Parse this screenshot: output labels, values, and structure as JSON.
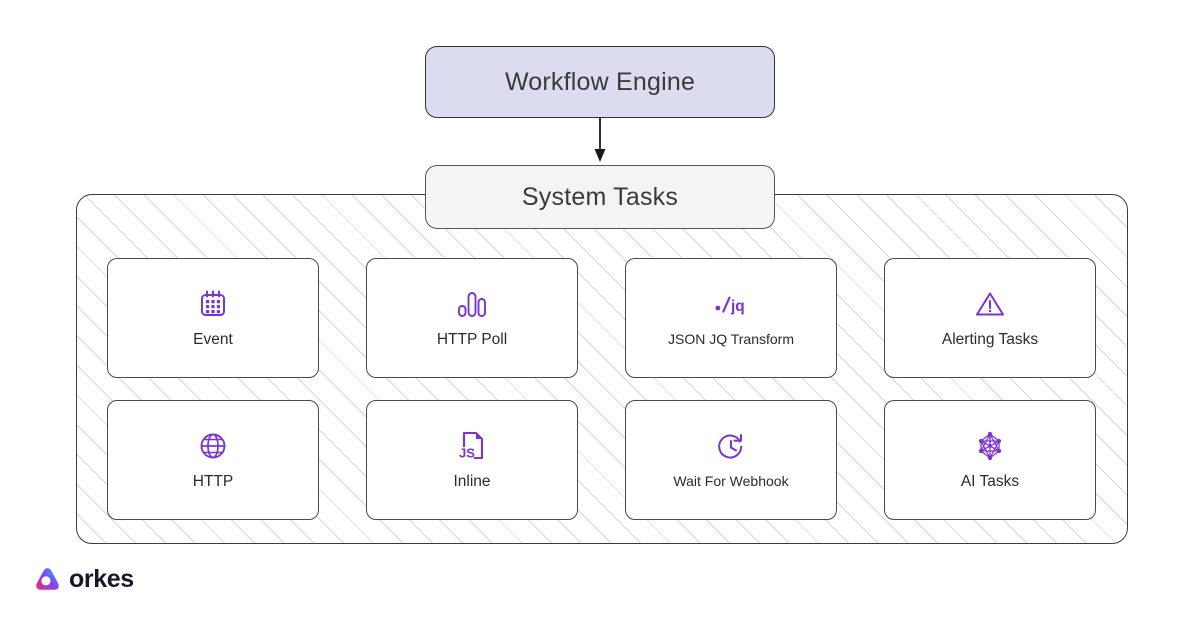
{
  "diagram": {
    "root": {
      "label": "Workflow Engine",
      "fill_color": "#dcdcf0",
      "border_color": "#333333"
    },
    "group": {
      "label": "System Tasks",
      "fill_color": "#f4f4f4",
      "border_color": "#555555",
      "container_border_color": "#3c3c3c",
      "hatch_color": "#d6d6d6"
    },
    "arrow": {
      "name": "downward-arrow",
      "from": "Workflow Engine",
      "to": "System Tasks",
      "color": "#1a1a1a"
    },
    "accent_color": "#7b34d1",
    "tasks": [
      {
        "label": "Event",
        "icon": "calendar-icon"
      },
      {
        "label": "HTTP Poll",
        "icon": "poll-bars-icon"
      },
      {
        "label": "JSON JQ Transform",
        "icon": "jq-logo-icon"
      },
      {
        "label": "Alerting Tasks",
        "icon": "warning-triangle-icon"
      },
      {
        "label": "HTTP",
        "icon": "globe-icon"
      },
      {
        "label": "Inline",
        "icon": "js-file-icon"
      },
      {
        "label": "Wait For Webhook",
        "icon": "clock-refresh-icon"
      },
      {
        "label": "AI Tasks",
        "icon": "neural-network-icon"
      }
    ]
  },
  "branding": {
    "name": "orkes",
    "logo_icon": "orkes-logo-mark",
    "gradient_colors": [
      "#ef2d6e",
      "#8b3df0",
      "#2bb8ef"
    ]
  }
}
